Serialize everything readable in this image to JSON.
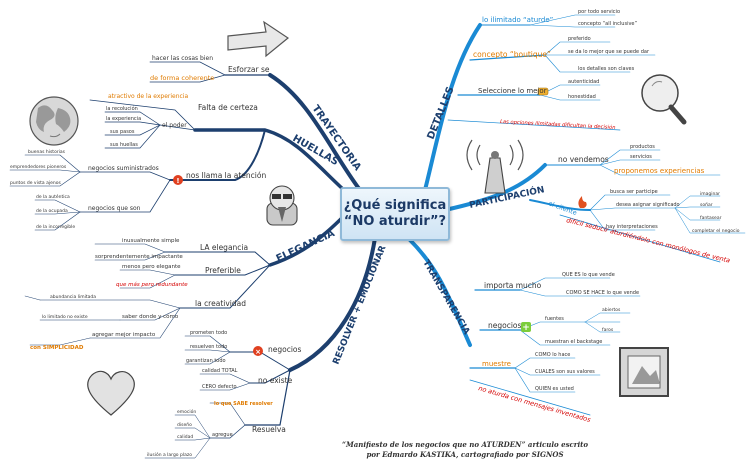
{
  "center": {
    "line1": "¿Qué significa",
    "line2": "“NO aturdir”?"
  },
  "footer": {
    "line1": "“Manifiesto de los negocios que no ATURDEN” articulo escrito",
    "line2": "por Edmardo KASTIKA, cartografiado por SIGNOS"
  },
  "branches": {
    "trayectoria": "TRAYECTORIA",
    "huellas": "HUELLAS",
    "elegancia": "ELEGANCIA",
    "resolver": "RESOLVER + EMOCIONAR",
    "detalles": "DETALLES",
    "participacion": "PARTICIPACIÓN",
    "transparencia": "TRANSPARENCIA"
  },
  "left": {
    "esforzarse": "Esforzar se",
    "hacer_poco": "hacer las cosas bien",
    "coherente": "de forma coherente",
    "falta_certeza": "Falta de certeza",
    "atractivo": "atractivo de la experiencia",
    "el_poder": "el poder",
    "reconocer": "la recolución",
    "experiencia": "la experiencia",
    "sus_pasos": "sus pasos",
    "sus_huellas": "sus huellas",
    "nos_llama": "nos llama la atención",
    "negocios_sumininstrados": "negocios suministrados",
    "buenas_historias": "buenas historias",
    "emprendedores": "emprendedores pioneros",
    "puntos_vista": "puntos de vista ajenos",
    "negocios_que": "negocios que son",
    "autentica": "de la auténtica",
    "ocupada": "de la ocupada",
    "incorregible": "de la incorregible",
    "la_elegancia": "LA elegancia",
    "inexplicablemente": "inusualmente simple",
    "sorprendentemente": "sorprendentemente impactante",
    "preferible": "Preferible",
    "menos_elegante": "menos pero elegante",
    "que_mas_redundante": "que más pero redundante",
    "la_creatividad": "la creatividad",
    "abundante": "abundancia limitada",
    "lo_limitado": "lo limitado no existe",
    "saber_donde": "saber donde y cómo",
    "agregar_mejor": "agregar mejor impacto",
    "con_simplicidad": "con SIMPLICIDAD",
    "negocios2": "negocios",
    "prometen_todo": "prometen todo",
    "resuelven_todo": "resuelven todo",
    "garantizan_todo": "garantizan todo",
    "no_existe": "no existe",
    "calidad_total": "calidad TOTAL",
    "cero_defecto": "CERO defecto",
    "lo_que_sabe": "lo que SABE resolver",
    "resuelva": "Resuelva",
    "agregue": "agregue",
    "emocion": "emoción",
    "diseno": "diseño",
    "calidad": "calidad",
    "ilusion": "ilusión a largo plazo"
  },
  "right": {
    "lo_ilimitado": "lo ilimitado “aturde”",
    "por_todo": "por todo servicio",
    "concepto_inclusive": "concepto “all inclusive”",
    "concepto_boutique": "concepto “boutique”",
    "preferido": "preferido",
    "se_da_mejor": "se da lo mejor que se puede dar",
    "los_detalles": "los detalles son claves",
    "seleccione": "Seleccione lo mejor",
    "autenticidad": "autenticidad",
    "honestidad": "honestidad",
    "opciones_ilimitadas": "Las opciones ilimitadas dificultan la decisión",
    "no_vendemos": "no vendemos",
    "productos": "productos",
    "servicios": "servicios",
    "proponemos": "proponemos experiencias",
    "el_cliente": "el cliente",
    "busca_participe": "busca ser participe",
    "desea_asignar": "desea asignar significado",
    "imaginar": "imaginar",
    "sonar": "soñar",
    "fantasear": "fantasear",
    "completar": "completar el negocio",
    "interpretaciones": "hay interpretaciones",
    "dificil_seducir": "difícil seducir aturdiéndolo con monólogos de venta",
    "importa_mucho": "importa mucho",
    "que_es": "QUE ES lo que vende",
    "como_hace": "COMO SE HACE lo que vende",
    "negocios": "negocios",
    "fuentes": "fuentes",
    "entretejido": "abiertos",
    "faro": "faros",
    "muestran": "muestran el backstage",
    "muestre": "muestre",
    "como_hace2": "COMO lo hace",
    "cuales_valores": "CUALES son sus valores",
    "quien_usted": "QUIEN es usted",
    "no_aturda": "no aturda con mensajes inventados"
  },
  "colors": {
    "branch": "#1d3f6e",
    "orange": "#e07b00",
    "red": "#d40000",
    "line": "#1d3f6e",
    "right_branch": "#1a8ad4"
  }
}
